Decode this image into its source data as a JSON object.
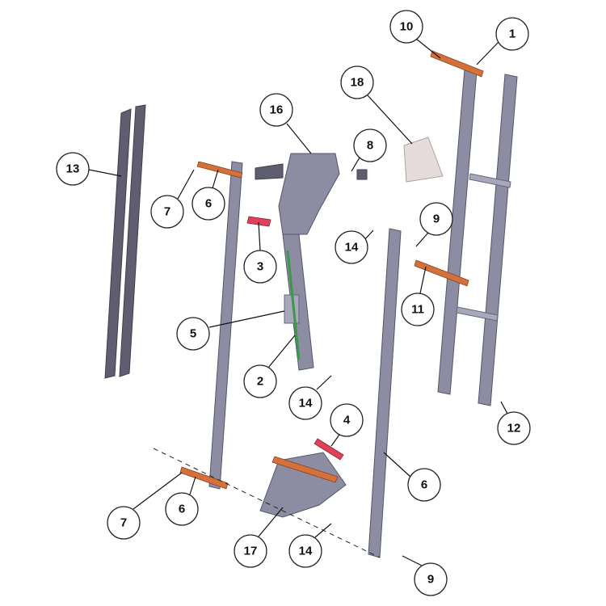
{
  "callouts": [
    "10",
    "1",
    "18",
    "16",
    "8",
    "13",
    "7",
    "6",
    "9",
    "14",
    "3",
    "11",
    "5",
    "2",
    "14",
    "4",
    "12",
    "6",
    "7",
    "6",
    "17",
    "14",
    "9"
  ],
  "colors": {
    "part": "#8c8ca2",
    "pin": "#d4703a",
    "spring": "#3a9a4a",
    "cover": "#e6dcdc"
  }
}
